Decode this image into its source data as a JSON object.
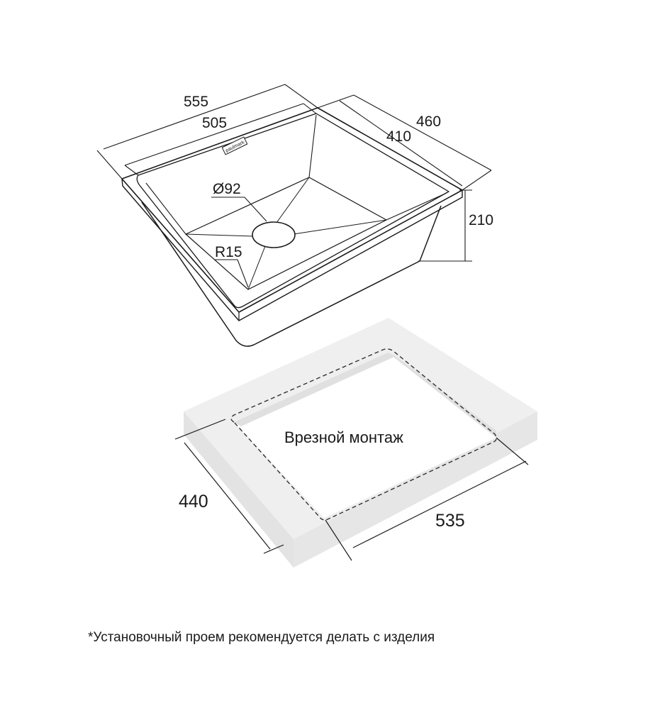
{
  "sink": {
    "brand": "paulmark",
    "dims": {
      "outer_length": "555",
      "inner_length": "505",
      "outer_width": "460",
      "inner_width": "410",
      "depth": "210",
      "drain_diameter": "Ø92",
      "corner_radius": "R15"
    }
  },
  "cutout": {
    "label": "Врезной монтаж",
    "width_dim": "440",
    "length_dim": "535"
  },
  "footnote": "*Установочный проем рекомендуется делать с изделия"
}
